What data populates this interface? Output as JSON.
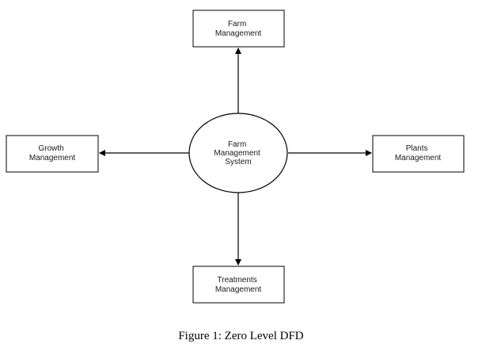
{
  "process": {
    "line1": "Farm",
    "line2": "Management",
    "line3": "System"
  },
  "entities": {
    "top": {
      "line1": "Farm",
      "line2": "Management"
    },
    "left": {
      "line1": "Growth",
      "line2": "Management"
    },
    "right": {
      "line1": "Plants",
      "line2": "Management"
    },
    "bottom": {
      "line1": "Treatments",
      "line2": "Management"
    }
  },
  "caption": "Figure 1: Zero Level DFD"
}
